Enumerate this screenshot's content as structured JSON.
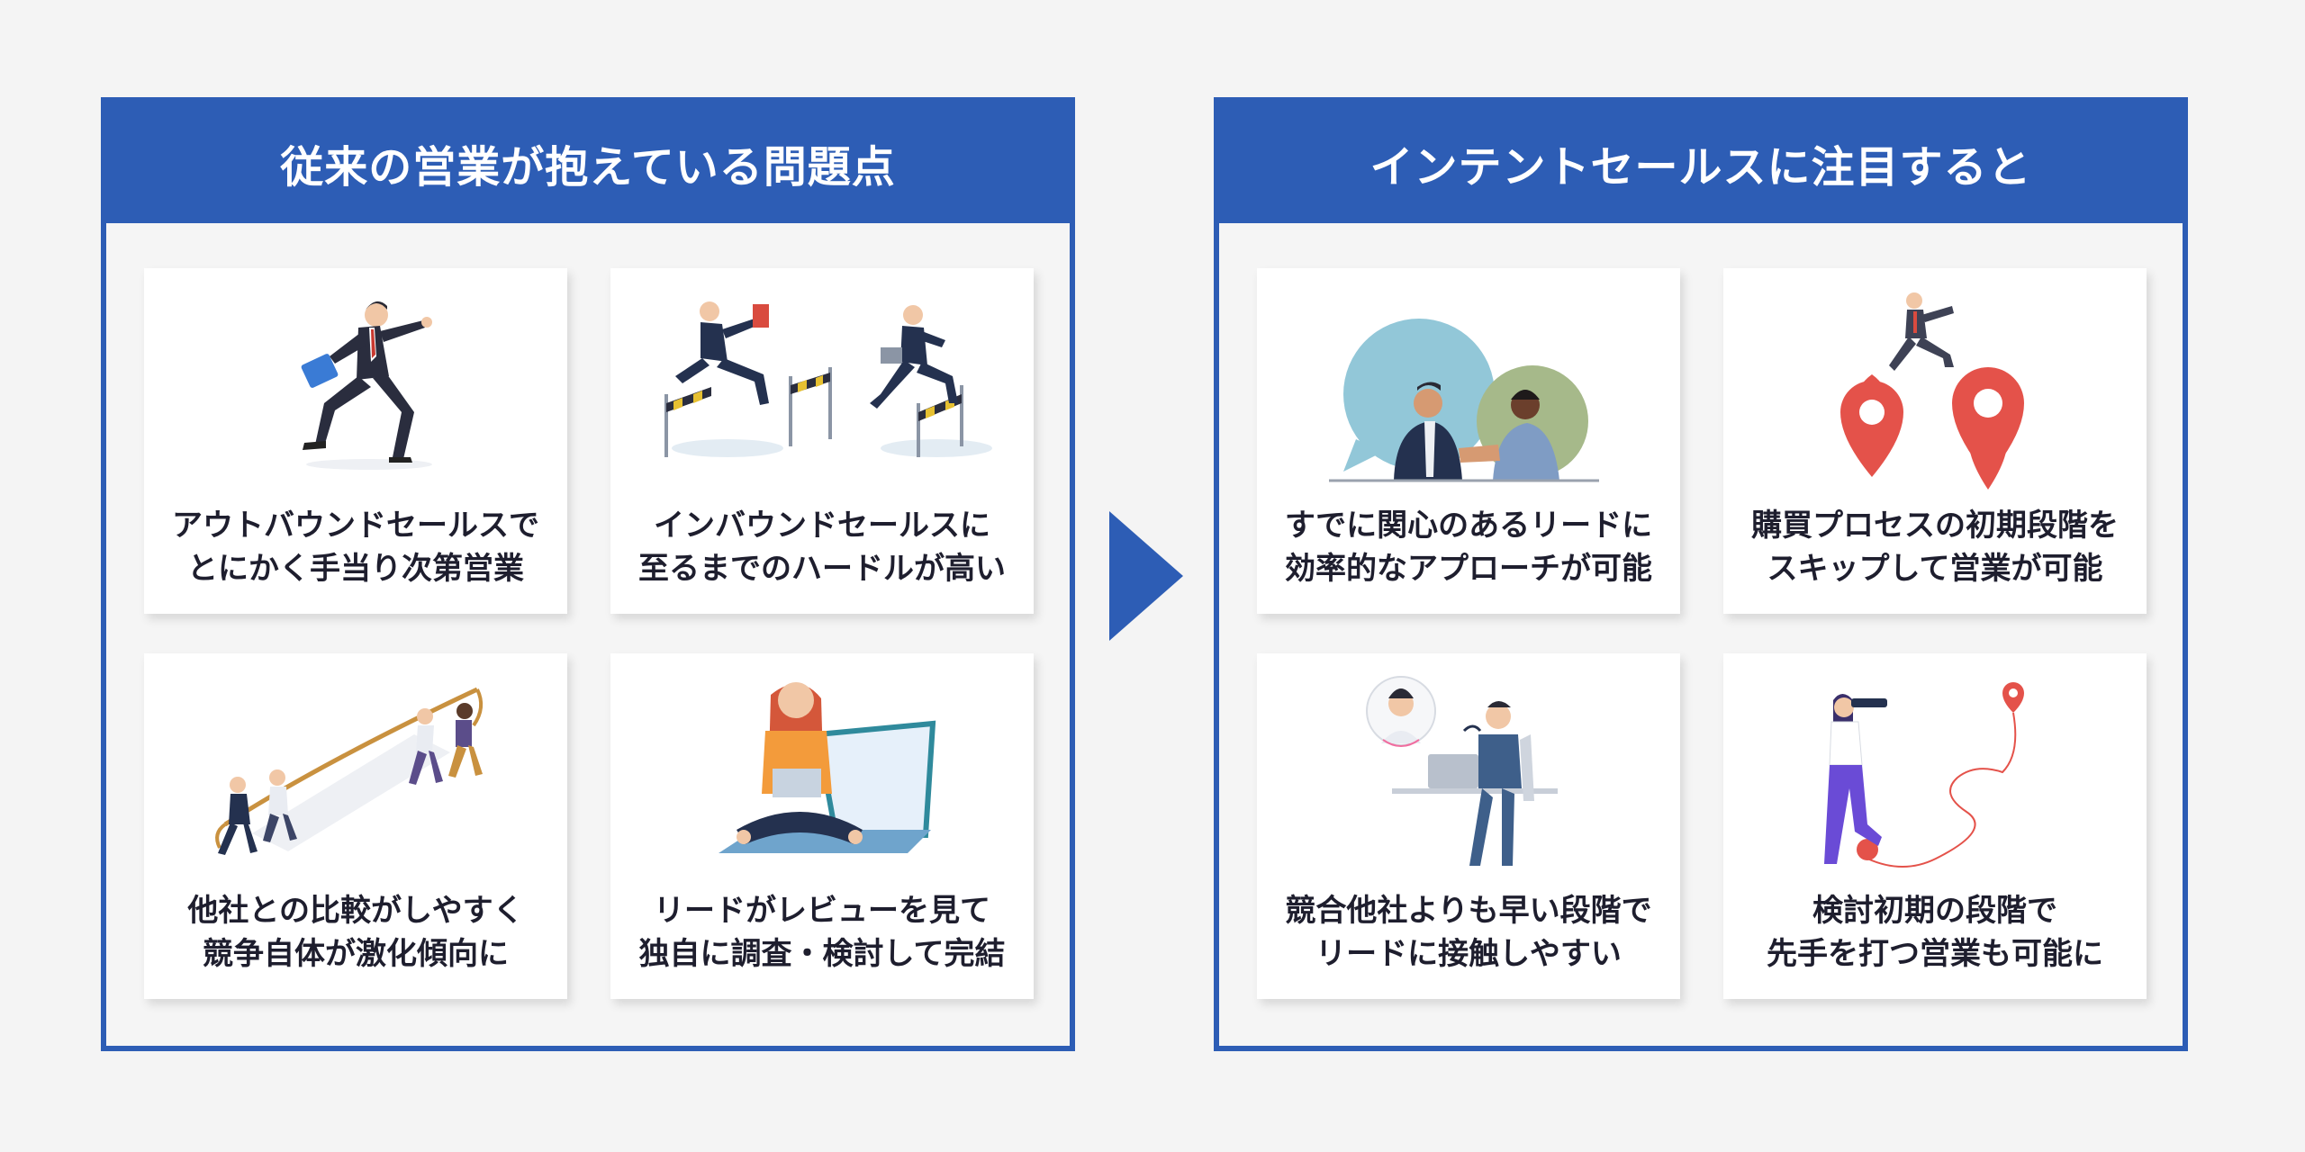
{
  "left_panel": {
    "title": "従来の営業が抱えている問題点",
    "cards": [
      {
        "line1": "アウトバウンドセールスで",
        "line2": "とにかく手当り次第営業",
        "illustration": "running-businessman"
      },
      {
        "line1": "インバウンドセールスに",
        "line2": "至るまでのハードルが高い",
        "illustration": "hurdle-jumpers"
      },
      {
        "line1": "他社との比較がしやすく",
        "line2": "競争自体が激化傾向に",
        "illustration": "tug-of-war"
      },
      {
        "line1": "リードがレビューを見て",
        "line2": "独自に調査・検討して完結",
        "illustration": "woman-with-laptop"
      }
    ]
  },
  "right_panel": {
    "title": "インテントセールスに注目すると",
    "cards": [
      {
        "line1": "すでに関心のあるリードに",
        "line2": "効率的なアプローチが可能",
        "illustration": "handshake-speech-bubbles"
      },
      {
        "line1": "購買プロセスの初期段階を",
        "line2": "スキップして営業が可能",
        "illustration": "leap-over-map-pins"
      },
      {
        "line1": "競合他社よりも早い段階で",
        "line2": "リードに接触しやすい",
        "illustration": "headset-call"
      },
      {
        "line1": "検討初期の段階で",
        "line2": "先手を打つ営業も可能に",
        "illustration": "telescope-route"
      }
    ]
  },
  "colors": {
    "brand_blue": "#2d5db5",
    "background": "#f4f4f4",
    "card_bg": "#ffffff",
    "text_dark": "#1e1e2e",
    "pin_red": "#e4524a"
  },
  "icons": {
    "arrow": "arrow-right-triangle-icon"
  }
}
